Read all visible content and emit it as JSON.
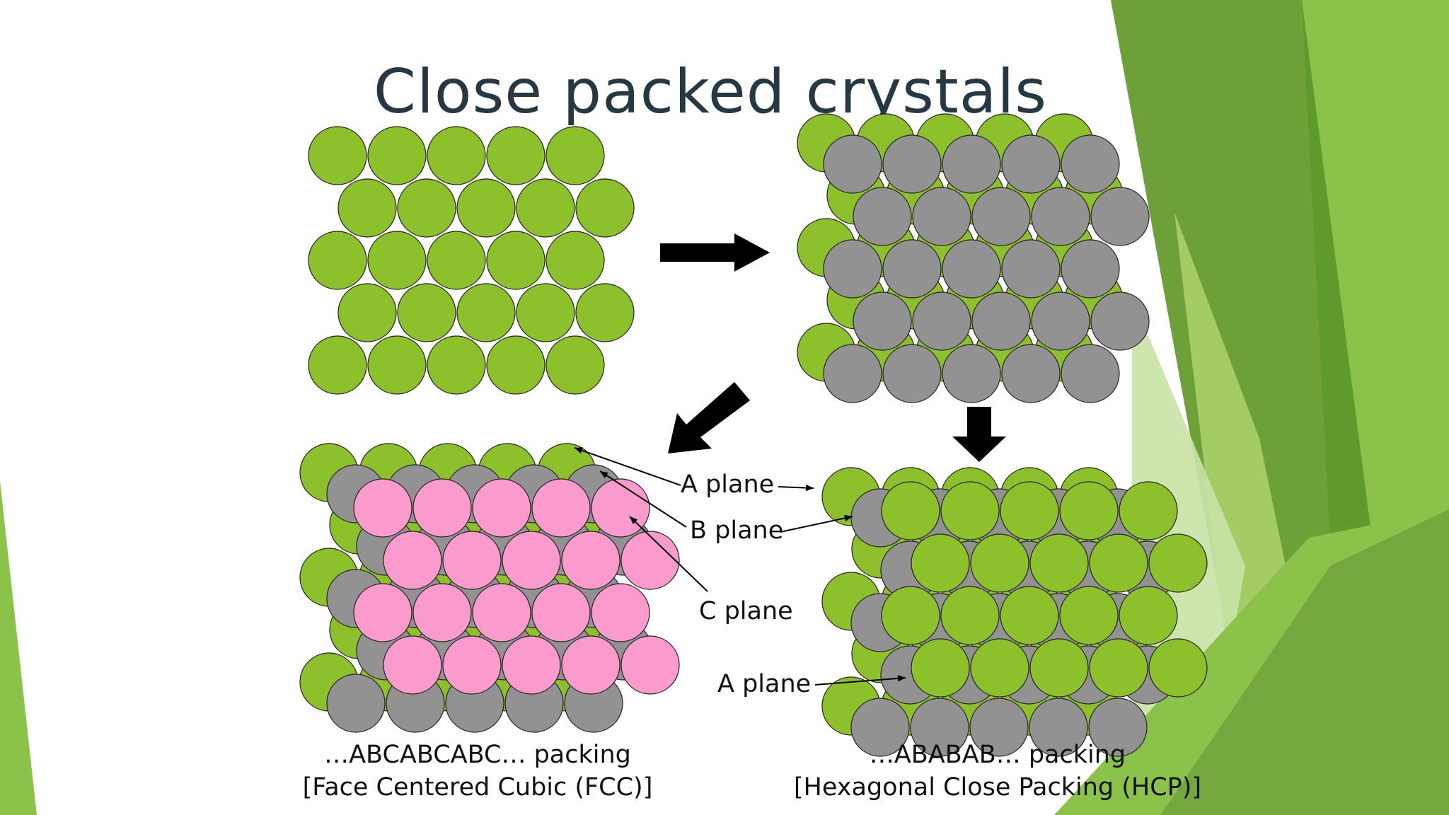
{
  "slide": {
    "title": "Close packed crystals",
    "colors": {
      "green_sphere": "#8dc12b",
      "grey_sphere": "#929292",
      "pink_sphere": "#fb9acc",
      "arrow": "#000000",
      "title": "#263842",
      "deco_greens": [
        "#6ea03a",
        "#8bc34a",
        "#a8d06a",
        "#c9e3a4",
        "#5f9a2c"
      ]
    },
    "labels": {
      "a_plane_top": "A plane",
      "b_plane": "B plane",
      "c_plane": "C plane",
      "a_plane_bottom": "A plane"
    },
    "captions": {
      "fcc_line1": "…ABCABCABC… packing",
      "fcc_line2": "[Face Centered Cubic (FCC)]",
      "hcp_line1": "…ABABAB… packing",
      "hcp_line2": "[Hexagonal Close Packing (HCP)]"
    }
  }
}
